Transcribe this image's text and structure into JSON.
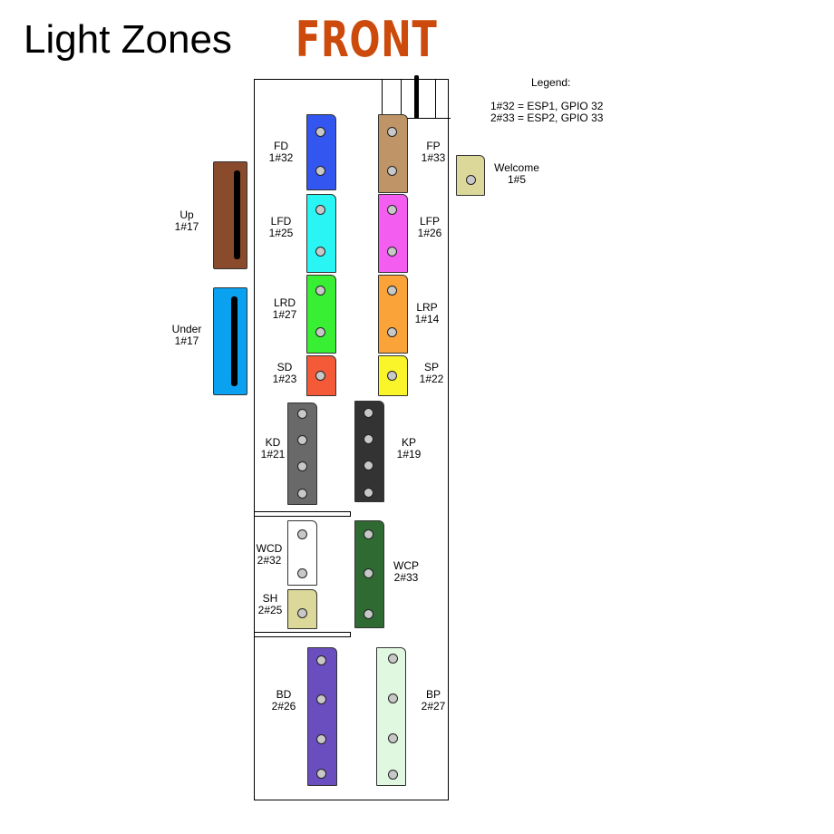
{
  "title": "Light Zones",
  "front_label": "FRONT",
  "legend": {
    "heading": "Legend:",
    "line1": "1#32 = ESP1, GPIO 32",
    "line2": "2#33 = ESP2, GPIO 33"
  },
  "colors": {
    "front": "#cc4a0c",
    "FD": "#3355f0",
    "FP": "#bf9466",
    "LFD": "#2af5f5",
    "LFP": "#f45ef0",
    "LRD": "#38ef34",
    "LRP": "#faa338",
    "SD": "#f55a38",
    "SP": "#f9f52a",
    "KD": "#696969",
    "KP": "#333333",
    "WCD": "#ffffff",
    "WCP": "#2f6a32",
    "SH": "#dcd89a",
    "BD": "#6a4dbf",
    "BP": "#e0f7e0",
    "Welcome": "#dcd89a",
    "Up": "#8a4a2c",
    "Under": "#0aa2f0"
  },
  "zones": {
    "FD": {
      "name": "FD",
      "id": "1#32"
    },
    "FP": {
      "name": "FP",
      "id": "1#33"
    },
    "LFD": {
      "name": "LFD",
      "id": "1#25"
    },
    "LFP": {
      "name": "LFP",
      "id": "1#26"
    },
    "LRD": {
      "name": "LRD",
      "id": "1#27"
    },
    "LRP": {
      "name": "LRP",
      "id": "1#14"
    },
    "SD": {
      "name": "SD",
      "id": "1#23"
    },
    "SP": {
      "name": "SP",
      "id": "1#22"
    },
    "KD": {
      "name": "KD",
      "id": "1#21"
    },
    "KP": {
      "name": "KP",
      "id": "1#19"
    },
    "WCD": {
      "name": "WCD",
      "id": "2#32"
    },
    "WCP": {
      "name": "WCP",
      "id": "2#33"
    },
    "SH": {
      "name": "SH",
      "id": "2#25"
    },
    "BD": {
      "name": "BD",
      "id": "2#26"
    },
    "BP": {
      "name": "BP",
      "id": "2#27"
    },
    "Welcome": {
      "name": "Welcome",
      "id": "1#5"
    },
    "Up": {
      "name": "Up",
      "id": "1#17"
    },
    "Under": {
      "name": "Under",
      "id": "1#17"
    }
  }
}
